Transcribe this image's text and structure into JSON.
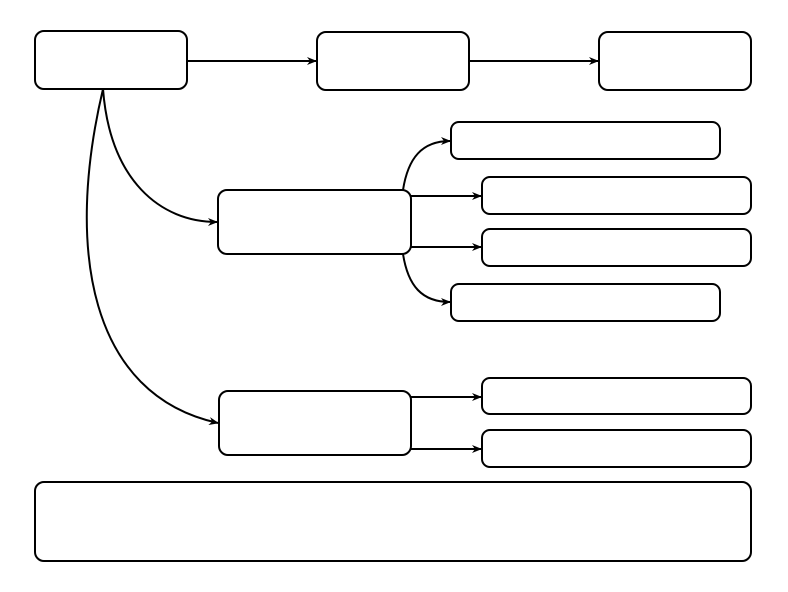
{
  "diagram": {
    "type": "flowchart",
    "stroke_color": "#000000",
    "background_color": "#ffffff",
    "nodes": [
      {
        "id": "top-1",
        "label": ""
      },
      {
        "id": "top-2",
        "label": ""
      },
      {
        "id": "top-3",
        "label": ""
      },
      {
        "id": "branch-a",
        "label": ""
      },
      {
        "id": "branch-a-child-1",
        "label": ""
      },
      {
        "id": "branch-a-child-2",
        "label": ""
      },
      {
        "id": "branch-a-child-3",
        "label": ""
      },
      {
        "id": "branch-a-child-4",
        "label": ""
      },
      {
        "id": "branch-b",
        "label": ""
      },
      {
        "id": "branch-b-child-1",
        "label": ""
      },
      {
        "id": "branch-b-child-2",
        "label": ""
      },
      {
        "id": "footer-box",
        "label": ""
      }
    ],
    "edges": [
      [
        "top-1",
        "top-2"
      ],
      [
        "top-2",
        "top-3"
      ],
      [
        "top-1",
        "branch-a"
      ],
      [
        "top-1",
        "branch-b"
      ],
      [
        "branch-a",
        "branch-a-child-1"
      ],
      [
        "branch-a",
        "branch-a-child-2"
      ],
      [
        "branch-a",
        "branch-a-child-3"
      ],
      [
        "branch-a",
        "branch-a-child-4"
      ],
      [
        "branch-b",
        "branch-b-child-1"
      ],
      [
        "branch-b",
        "branch-b-child-2"
      ]
    ]
  }
}
